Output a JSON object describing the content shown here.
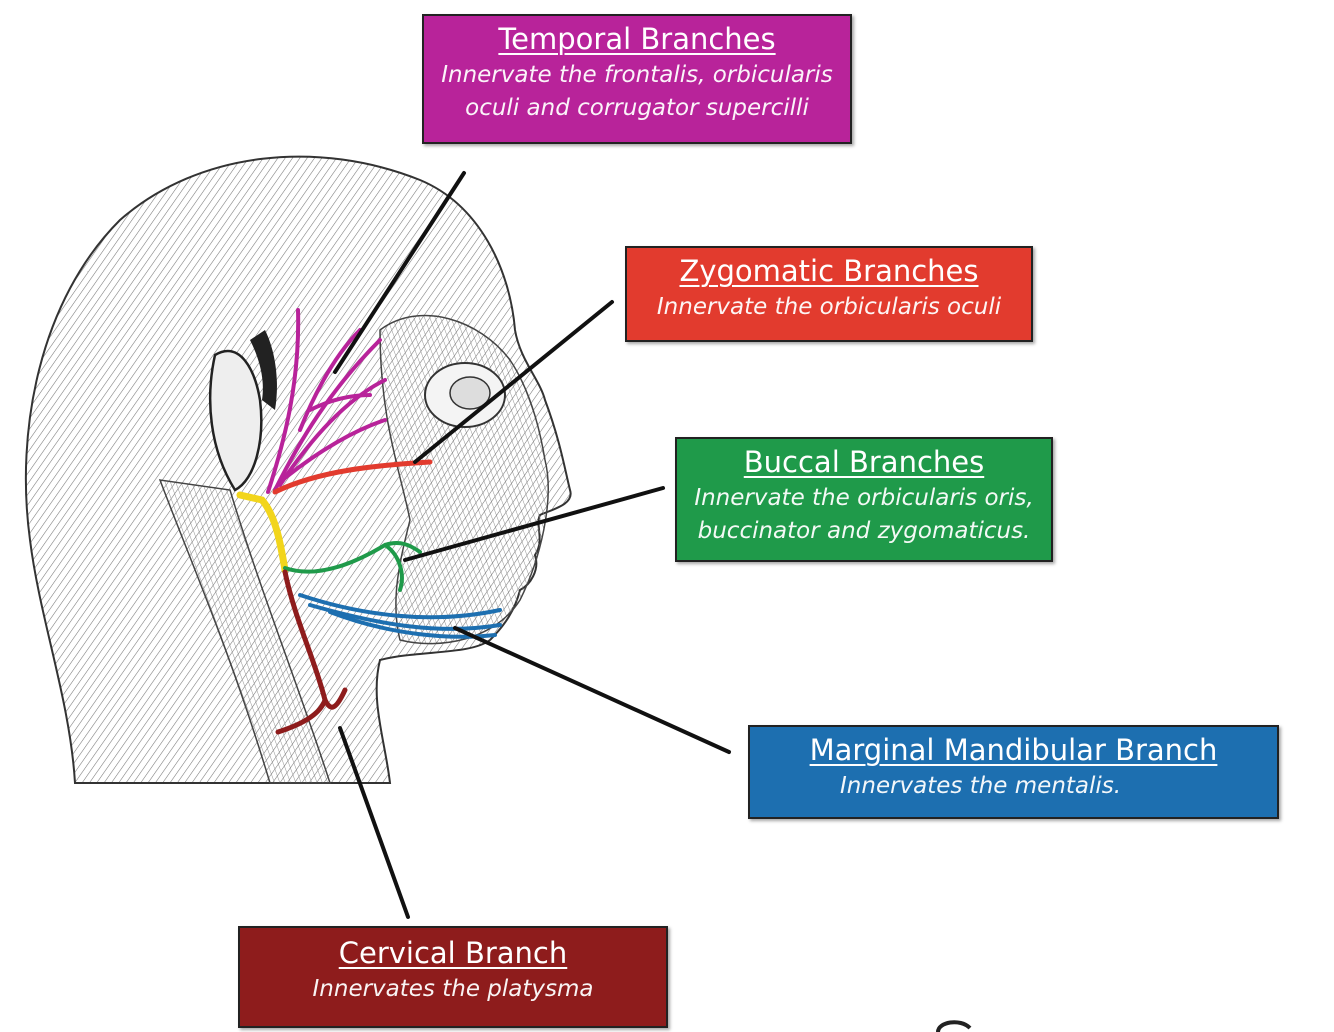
{
  "colors": {
    "temporal": "#b8239a",
    "zygomatic": "#e23b2e",
    "buccal": "#1f9a4a",
    "marginal": "#1d6fb0",
    "cervical": "#8e1c1c",
    "facial_trunk": "#f2d51c",
    "leader_line": "#111111"
  },
  "labels": {
    "temporal": {
      "title": "Temporal Branches",
      "description": "Innervate the frontalis, orbicularis oculi and corrugator supercilli"
    },
    "zygomatic": {
      "title": "Zygomatic Branches",
      "description": "Innervate the orbicularis oculi"
    },
    "buccal": {
      "title": "Buccal Branches",
      "description": "Innervate the orbicularis oris, buccinator and zygomaticus."
    },
    "marginal": {
      "title": "Marginal Mandibular Branch ",
      "description": "Innervates the mentalis."
    },
    "cervical": {
      "title": "Cervical Branch",
      "description": "Innervates the platysma"
    }
  }
}
